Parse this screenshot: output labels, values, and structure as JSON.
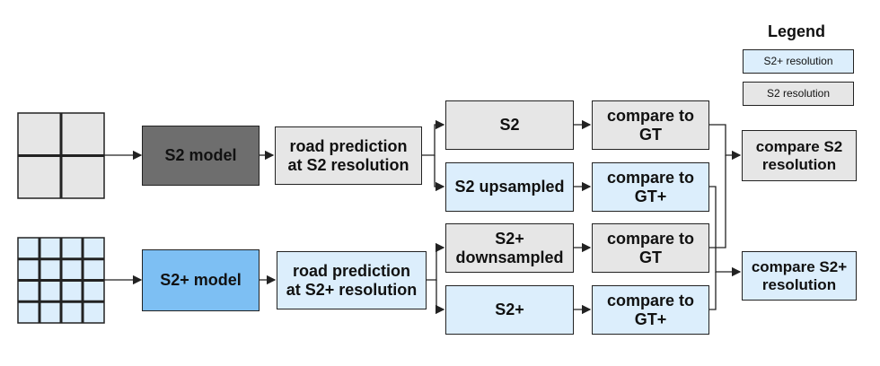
{
  "legend": {
    "title": "Legend",
    "items": [
      {
        "label": "S2+ resolution",
        "color": "#dceefc"
      },
      {
        "label": "S2 resolution",
        "color": "#e6e6e6"
      }
    ]
  },
  "top_row": {
    "model": "S2 model",
    "prediction": "road prediction\nat S2 resolution",
    "branch_a": "S2",
    "branch_b": "S2 upsampled",
    "compare_a": "compare to\nGT",
    "compare_b": "compare to\nGT+"
  },
  "bottom_row": {
    "model": "S2+ model",
    "prediction": "road prediction\nat S2+ resolution",
    "branch_a": "S2+\ndownsampled",
    "branch_b": "S2+",
    "compare_a": "compare to\nGT",
    "compare_b": "compare to\nGT+"
  },
  "outputs": {
    "s2": "compare S2\nresolution",
    "s2plus": "compare S2+\nresolution"
  },
  "colors": {
    "s2_fill": "#e6e6e6",
    "s2plus_fill": "#dceefc",
    "s2_model_fill": "#6e6e6e",
    "s2plus_model_fill": "#7dbff3"
  }
}
